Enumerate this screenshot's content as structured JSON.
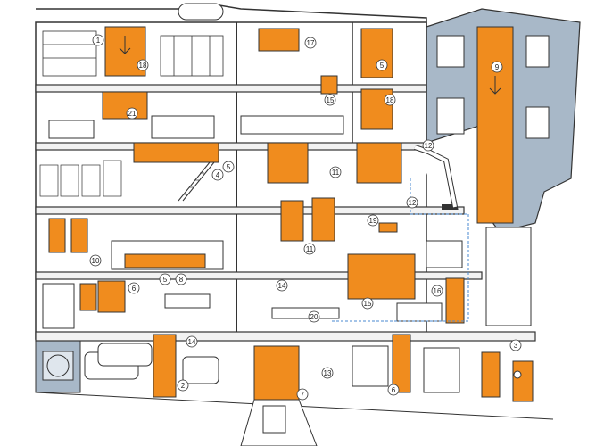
{
  "colors": {
    "door": "#f08c1e",
    "wall_blue": "#a8b8c8",
    "ink": "#333333",
    "floor": "#ffffff",
    "paper": "#ffffff",
    "glass": "#dfe6ed",
    "dash": "#4a8ad0"
  },
  "callouts": [
    {
      "label": "1"
    },
    {
      "label": "18"
    },
    {
      "label": "17"
    },
    {
      "label": "5"
    },
    {
      "label": "9"
    },
    {
      "label": "21"
    },
    {
      "label": "15"
    },
    {
      "label": "18"
    },
    {
      "label": "12"
    },
    {
      "label": "4"
    },
    {
      "label": "5"
    },
    {
      "label": "11"
    },
    {
      "label": "12"
    },
    {
      "label": "19"
    },
    {
      "label": "10"
    },
    {
      "label": "11"
    },
    {
      "label": "6"
    },
    {
      "label": "5"
    },
    {
      "label": "8"
    },
    {
      "label": "14"
    },
    {
      "label": "15"
    },
    {
      "label": "16"
    },
    {
      "label": "20"
    },
    {
      "label": "14"
    },
    {
      "label": "2"
    },
    {
      "label": "13"
    },
    {
      "label": "7"
    },
    {
      "label": "6"
    },
    {
      "label": "3"
    }
  ]
}
